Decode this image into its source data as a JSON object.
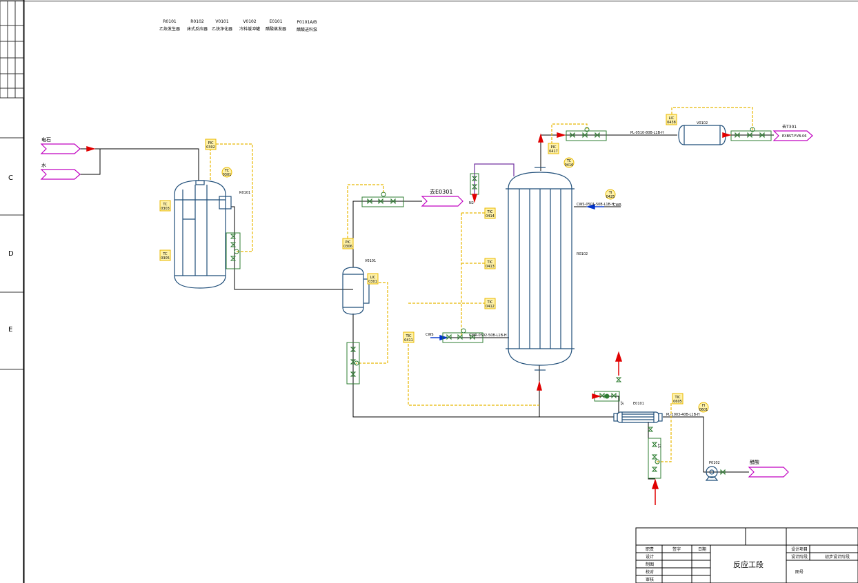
{
  "border_rows": [
    "C",
    "D",
    "E"
  ],
  "equipment_list": [
    {
      "tag": "R0101",
      "name": "乙炔发生器"
    },
    {
      "tag": "R0102",
      "name": "床式反应器"
    },
    {
      "tag": "V0101",
      "name": "乙炔净化器"
    },
    {
      "tag": "V0102",
      "name": "冷料缓冲罐"
    },
    {
      "tag": "E0101",
      "name": "醋酸蒸发器"
    },
    {
      "tag": "P0101A/B",
      "name": "醋酸进料泵"
    }
  ],
  "streams": {
    "carbide": "电石",
    "water": "水",
    "to_e0301": "去E0301",
    "n2": "N2",
    "to_t301": "去T301",
    "acetic_acid": "醋酸",
    "cws": "CWS",
    "cwr": "CWR"
  },
  "equipment_tags": {
    "r0101": "R0101",
    "v0101": "V0101",
    "r0102": "R0102",
    "v0102": "V0102",
    "e0101": "E0101",
    "p0102": "P0102"
  },
  "instruments": [
    {
      "id": "pic_r0101",
      "func": "PIC",
      "num": "0302"
    },
    {
      "id": "tc_r0101",
      "func": "TC",
      "num": "0301"
    },
    {
      "id": "tc_r0101_top",
      "func": "TC",
      "num": "0303"
    },
    {
      "id": "tc_r0101_bot",
      "func": "TC",
      "num": "0305"
    },
    {
      "id": "pic_v0101",
      "func": "PIC",
      "num": "0306"
    },
    {
      "id": "lic_v0101",
      "func": "LIC",
      "num": "0301"
    },
    {
      "id": "pic_r0102",
      "func": "PIC",
      "num": "0417"
    },
    {
      "id": "tc_r0102",
      "func": "TC",
      "num": "0416"
    },
    {
      "id": "ti_r0102",
      "func": "TI",
      "num": "0425"
    },
    {
      "id": "tic_0414",
      "func": "TIC",
      "num": "0414"
    },
    {
      "id": "tic_0413",
      "func": "TIC",
      "num": "0413"
    },
    {
      "id": "tic_0412",
      "func": "TIC",
      "num": "0412"
    },
    {
      "id": "tic_0411",
      "func": "TIC",
      "num": "0411"
    },
    {
      "id": "lic_v0102",
      "func": "LIC",
      "num": "0438"
    },
    {
      "id": "tic_e0101",
      "func": "TIC",
      "num": "0605"
    },
    {
      "id": "fi_e0101",
      "func": "FI",
      "num": "0601"
    }
  ],
  "line_numbers": {
    "cwr_in": "CWR-0502-50B-L1B-H",
    "cws_out": "CWS-0501-50B-L1B-H",
    "pl_overhead": "PL-0510-80B-L1B-H",
    "pl_to_t301": "EXBST-FVB-06",
    "pl_e0101": "PL-1003-40B-L1B-H"
  },
  "steam_labels": [
    "ST",
    "ST"
  ],
  "title_block": {
    "row_headers": [
      "职责",
      "签字",
      "日期"
    ],
    "rows": [
      "设计",
      "制图",
      "校对",
      "审核"
    ],
    "project_label": "设计项目",
    "stage_label": "设计阶段",
    "stage_value": "初步设计阶段",
    "drawing_title": "反应工段",
    "drawing_no_label": "图号"
  },
  "colors": {
    "process": "#000000",
    "signal": "#e8b800",
    "instrument_fill": "#fff2a8",
    "vessel": "#1f4e79",
    "valve": "#2e7d32",
    "stream_arrow": "#c000c0",
    "flow_arrow": "#e00000",
    "cooling_water": "#0033cc",
    "n2_line": "#7030a0"
  }
}
